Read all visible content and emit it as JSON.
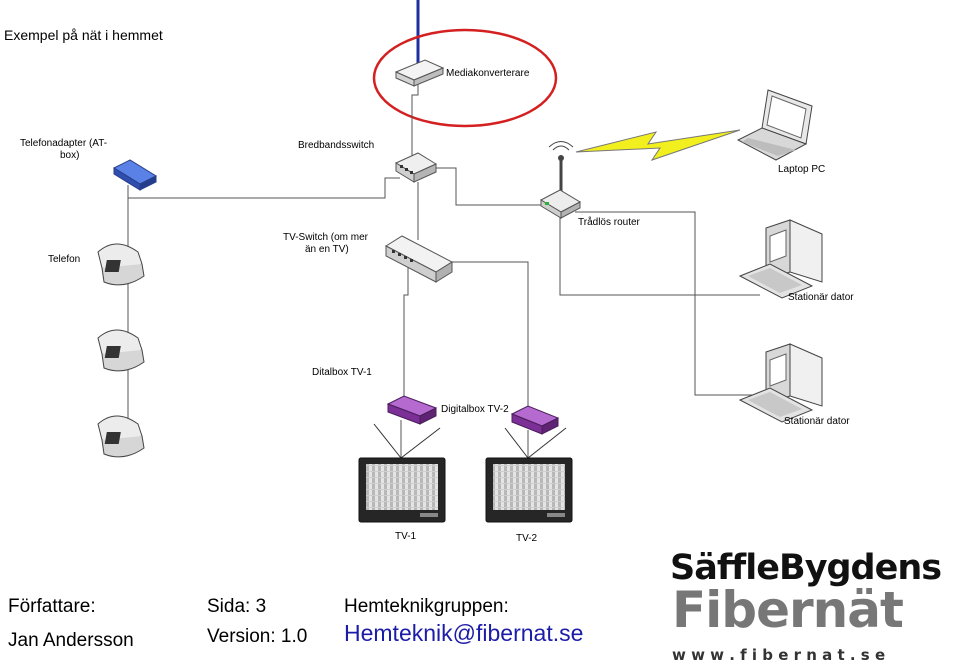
{
  "diagram": {
    "title": "Exempel på nät i hemmet",
    "nodes": {
      "mediakonverterare": "Mediakonverterare",
      "bredbandsswitch": "Bredbandsswitch",
      "telefonadapter_line1": "Telefonadapter (AT-",
      "telefonadapter_line2": "box)",
      "telefon": "Telefon",
      "tvswitch_line1": "TV-Switch (om mer",
      "tvswitch_line2": "än en TV)",
      "tradlos_router": "Trådlös router",
      "laptop": "Laptop PC",
      "stationar_1": "Stationär dator",
      "stationar_2": "Stationär dator",
      "ditalbox_tv1": "Ditalbox TV-1",
      "digitalbox_tv2": "Digitalbox TV-2",
      "tv1": "TV-1",
      "tv2": "TV-2"
    },
    "colors": {
      "fiber_line": "#1e2fa0",
      "highlight_circle": "#d42020",
      "lightning": "#f2ef1e",
      "adapter": "#3a5fd0",
      "digitalbox": "#8c3aa8"
    }
  },
  "footer": {
    "author_label": "Författare:",
    "author_name": "Jan Andersson",
    "page": "Sida: 3",
    "version": "Version: 1.0",
    "group": "Hemteknikgruppen:",
    "email": "Hemteknik@fibernat.se"
  },
  "logo": {
    "line1": "SäffleBygdens",
    "line2": "Fibernät",
    "url": "w w w . f i b e r n a t . s e"
  }
}
